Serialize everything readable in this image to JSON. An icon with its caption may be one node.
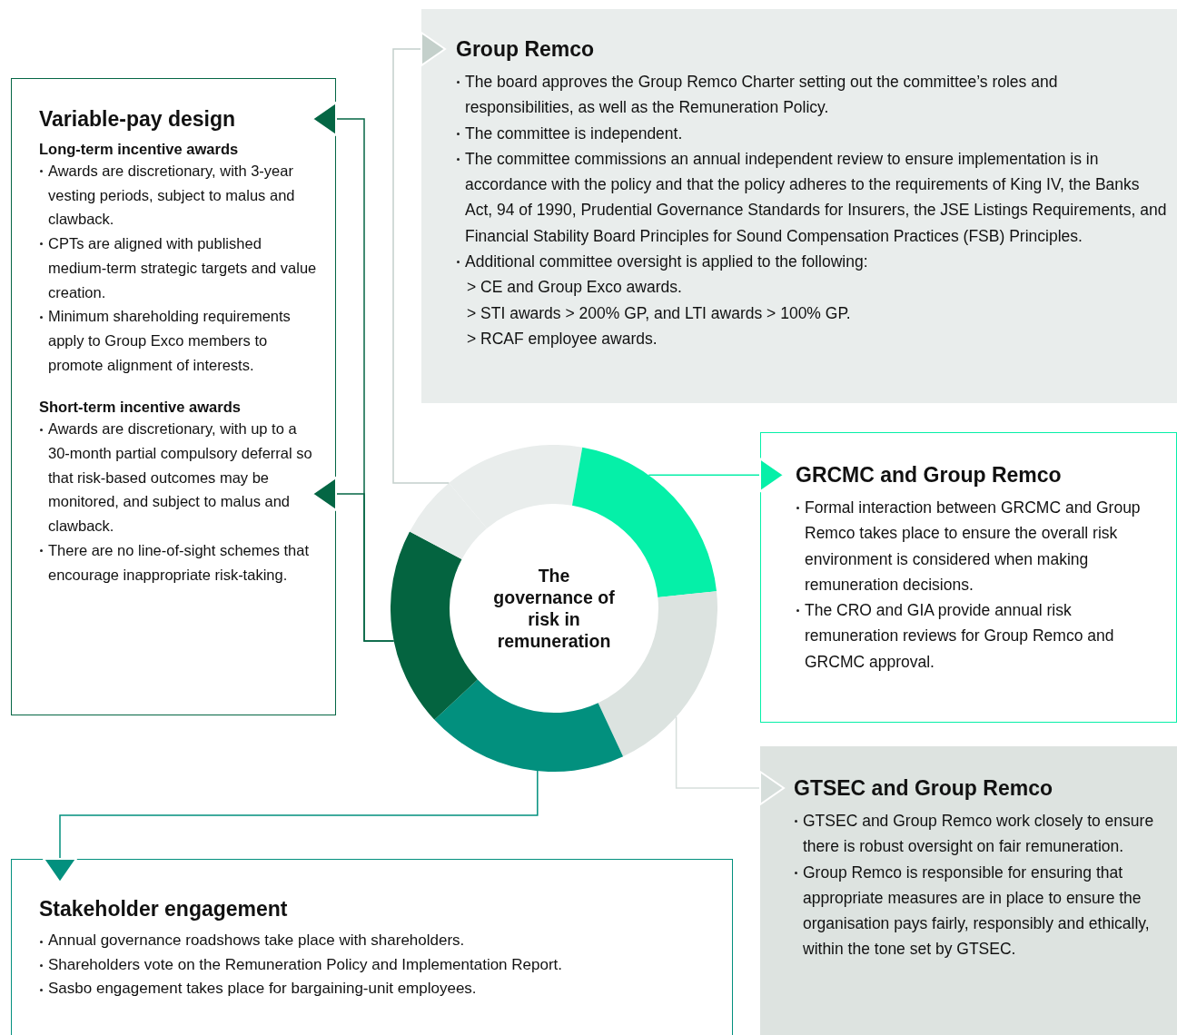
{
  "diagram": {
    "nodes": [
      {
        "text": [
          "Group Remco",
          "The board approves the Group Remco Charter setting out the committee’s roles and responsibilities, as well as the Remuneration Policy.",
          "The committee is independent.",
          "The committee commissions an annual independent review to ensure implementation is in accordance with the policy and that the policy adheres to the requirements of King IV, the Banks Act, 94 of 1990, Prudential Governance Standards for Insurers, the JSE Listings Requirements, and Financial Stability Board Principles for Sound Compensation Practices (FSB) Principles.",
          "Additional committee oversight is applied to the following:",
          "> CE and Group Exco awards.",
          "> STI awards > 200% GP, and LTI awards > 100% GP.",
          "> RCAF employee awards."
        ]
      },
      {
        "text": [
          "Variable-pay design",
          "Long-term incentive awards",
          "Awards are discretionary, with 3-year vesting periods, subject to malus and clawback.",
          "CPTs are aligned with published medium-term strategic targets and value creation.",
          "Minimum shareholding requirements apply to Group Exco members to promote alignment of interests.",
          "Short-term incentive awards",
          "Awards are discretionary, with up to a 30-month partial compulsory deferral so that risk-based outcomes may be monitored, and subject to malus and clawback.",
          "There are no line-of-sight schemes that encourage inappropriate risk-taking."
        ]
      },
      {
        "text": [
          "The governance of risk in remuneration"
        ]
      },
      {
        "text": [
          "GRCMC and Group Remco",
          "Formal interaction between GRCMC and Group Remco takes place to ensure the overall risk environment is considered when making remuneration decisions.",
          "The CRO and GIA provide annual risk remuneration reviews for Group Remco and GRCMC approval."
        ]
      },
      {
        "text": [
          "GTSEC and Group Remco",
          "GTSEC and Group Remco work closely to ensure there is robust oversight on fair remuneration.",
          "Group Remco is responsible for ensuring that appropriate measures are in place to ensure the organisation pays fairly, responsibly and ethically, within the tone set by GTSEC."
        ]
      },
      {
        "text": [
          "Stakeholder engagement",
          "Annual governance roadshows take place with shareholders.",
          "Shareholders vote on the Remuneration Policy and Implementation Report.",
          "Sasbo engagement takes place for bargaining-unit employees."
        ]
      }
    ],
    "edges": [
      {
        "from": 2,
        "to": 0,
        "arrow": "to",
        "color": "#c4d0cb"
      },
      {
        "from": 2,
        "to": 1,
        "arrow": "to",
        "color": "#046644"
      },
      {
        "from": 2,
        "to": 1,
        "arrow": "to",
        "color": "#046644"
      },
      {
        "from": 2,
        "to": 3,
        "arrow": "to",
        "color": "#05f0a8"
      },
      {
        "from": 2,
        "to": 4,
        "arrow": "to",
        "color": "#d6dedb"
      },
      {
        "from": 2,
        "to": 5,
        "arrow": "to",
        "color": "#02907e"
      }
    ]
  }
}
